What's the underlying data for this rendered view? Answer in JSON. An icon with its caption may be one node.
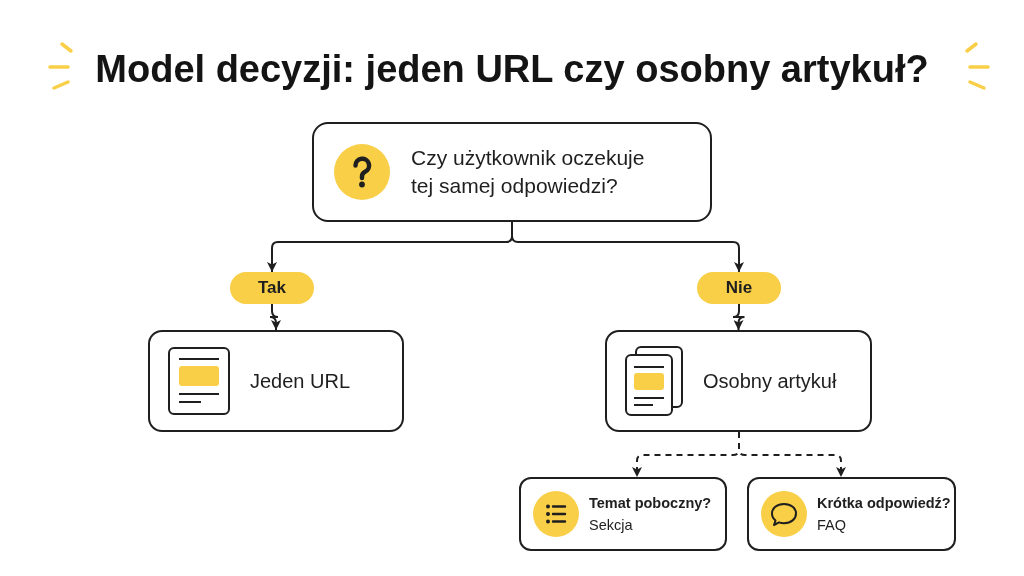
{
  "diagram": {
    "title": "Model decyzji: jeden URL czy osobny artykuł?",
    "nodes": [
      {
        "text": [
          "Czy użytkownik oczekuje tej samej odpowiedzi?"
        ]
      },
      {
        "text": [
          "Tak"
        ]
      },
      {
        "text": [
          "Nie"
        ]
      },
      {
        "text": [
          "Jeden URL"
        ]
      },
      {
        "text": [
          "Osobny artykuł"
        ]
      },
      {
        "text": [
          "Temat poboczny?",
          "Sekcja"
        ]
      },
      {
        "text": [
          "Krótka odpowiedź?",
          "FAQ"
        ]
      }
    ],
    "edges": [
      {
        "from": 0,
        "to": 1,
        "arrow": "to"
      },
      {
        "from": 0,
        "to": 2,
        "arrow": "to"
      },
      {
        "from": 1,
        "to": 3,
        "arrow": "to"
      },
      {
        "from": 2,
        "to": 4,
        "arrow": "to"
      },
      {
        "from": 4,
        "to": 5,
        "arrow": "to",
        "style": "dashed"
      },
      {
        "from": 4,
        "to": 6,
        "arrow": "to",
        "style": "dashed"
      }
    ]
  }
}
